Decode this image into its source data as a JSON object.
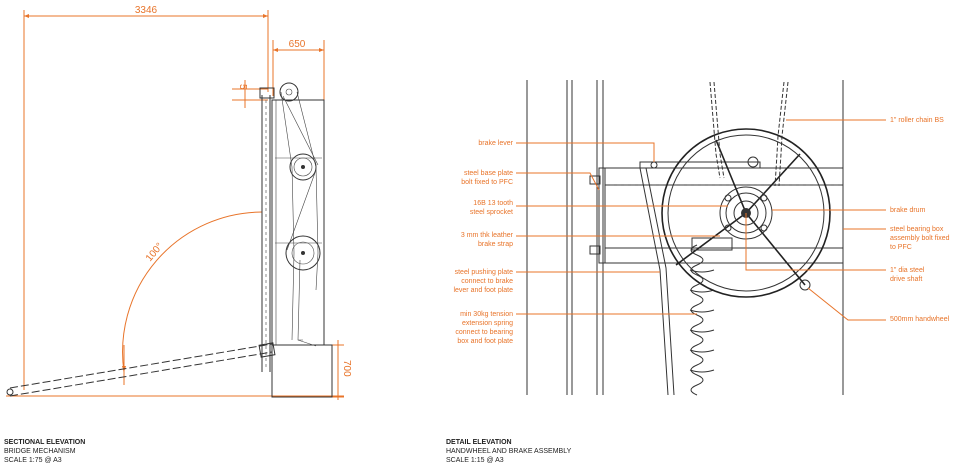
{
  "left": {
    "dimensions": {
      "width": "3346",
      "depth": "650",
      "offset": "5",
      "height": "700",
      "angle": "100°"
    },
    "caption": {
      "title": "SECTIONAL ELEVATION",
      "subtitle": "BRIDGE MECHANISM",
      "scale": "SCALE 1:75 @ A3"
    }
  },
  "right": {
    "labels": {
      "brake_lever": "brake lever",
      "steel_base_plate_1": "steel base plate",
      "steel_base_plate_2": "bolt fixed to PFC",
      "sprocket_1": "16B 13 tooth",
      "sprocket_2": "steel sprocket",
      "strap_1": "3 mm thk leather",
      "strap_2": "brake strap",
      "pushing_1": "steel pushing plate",
      "pushing_2": "connect to brake",
      "pushing_3": "lever and foot plate",
      "spring_1": "min 30kg tension",
      "spring_2": "extension spring",
      "spring_3": "connect to bearing",
      "spring_4": "box and foot plate",
      "chain": "1\" roller chain BS",
      "brake_drum": "brake drum",
      "bearing_1": "steel bearing box",
      "bearing_2": "assembly bolt fixed",
      "bearing_3": "to PFC",
      "shaft_1": "1\" dia steel",
      "shaft_2": "drive shaft",
      "handwheel": "500mm handwheel"
    },
    "caption": {
      "title": "DETAIL ELEVATION",
      "subtitle": "HANDWHEEL AND BRAKE ASSEMBLY",
      "scale": "SCALE 1:15 @ A3"
    }
  },
  "colors": {
    "annotation": "#e8742a",
    "linework": "#333333"
  }
}
